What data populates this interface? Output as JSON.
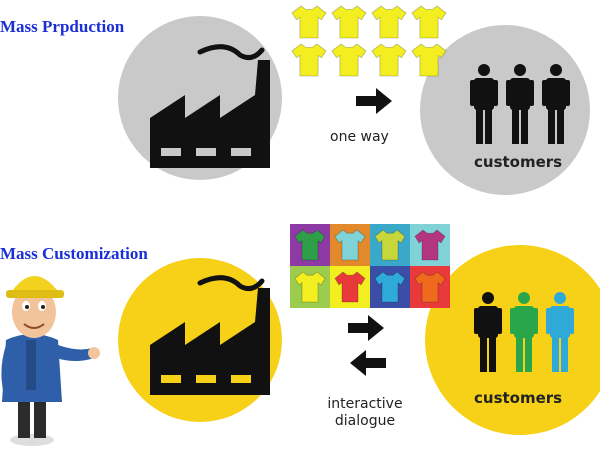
{
  "sections": {
    "mass_production": {
      "title": "Mass Prpduction",
      "flow_label": "one way",
      "customers_label": "customers",
      "circle_color": "#c9c9c9",
      "shirt_colors": [
        "#f2ee1f",
        "#f2ee1f",
        "#f2ee1f",
        "#f2ee1f",
        "#f2ee1f",
        "#f2ee1f",
        "#f2ee1f",
        "#f2ee1f"
      ]
    },
    "mass_customization": {
      "title": "Mass Customization",
      "flow_label": "interactive dialogue",
      "customers_label": "customers",
      "circle_color": "#f7d117",
      "tiles": [
        {
          "bg": "#8e3aa5",
          "shirt": "#2e9e48"
        },
        {
          "bg": "#e2892b",
          "shirt": "#7fd3d6"
        },
        {
          "bg": "#3aa9c9",
          "shirt": "#c7d63a"
        },
        {
          "bg": "#7fd3d6",
          "shirt": "#b4357f"
        },
        {
          "bg": "#9bcc4d",
          "shirt": "#f2ee1f"
        },
        {
          "bg": "#f2ee1f",
          "shirt": "#e83a3a"
        },
        {
          "bg": "#3a4ea8",
          "shirt": "#2fa9d8"
        },
        {
          "bg": "#e83a3a",
          "shirt": "#f06a1e"
        }
      ],
      "customer_colors": [
        "#111111",
        "#2aa64a",
        "#2fa9d8"
      ]
    }
  },
  "colors": {
    "title_blue": "#1a2fd6",
    "icon_black": "#111111"
  }
}
